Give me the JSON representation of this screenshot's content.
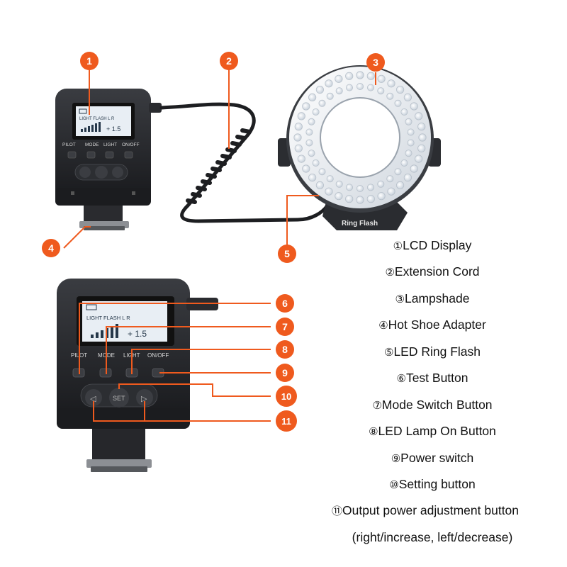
{
  "colors": {
    "callout": "#ef5a1e",
    "callout_text": "#ffffff",
    "body_dark": "#1e1f22",
    "body_mid": "#2b2d31",
    "lcd": "#e8eef4",
    "lcd_text": "#26384a",
    "ring_face": "#e9eef4",
    "led": "#f6f8fb",
    "text": "#111111"
  },
  "device": {
    "button_labels": [
      "PILOT",
      "MODE",
      "LIGHT",
      "ON/OFF"
    ],
    "lcd_top_line": "LIGHT FLASH  L   R",
    "lcd_value": "+ 1.5",
    "set_label": "SET",
    "ring_label": "Ring Flash"
  },
  "callouts": [
    "1",
    "2",
    "3",
    "4",
    "5",
    "6",
    "7",
    "8",
    "9",
    "10",
    "11"
  ],
  "legend": [
    {
      "num": "①",
      "label": "LCD Display"
    },
    {
      "num": "②",
      "label": "Extension Cord"
    },
    {
      "num": "③",
      "label": "Lampshade"
    },
    {
      "num": "④",
      "label": "Hot Shoe Adapter"
    },
    {
      "num": "⑤",
      "label": "LED Ring Flash"
    },
    {
      "num": "⑥",
      "label": "Test Button"
    },
    {
      "num": "⑦",
      "label": "Mode Switch Button"
    },
    {
      "num": "⑧",
      "label": "LED Lamp On Button"
    },
    {
      "num": "⑨",
      "label": "Power switch"
    },
    {
      "num": "⑩",
      "label": "Setting button"
    },
    {
      "num": "⑪",
      "label": "Output power adjustment button"
    },
    {
      "num": "",
      "label": "(right/increase, left/decrease)"
    }
  ]
}
